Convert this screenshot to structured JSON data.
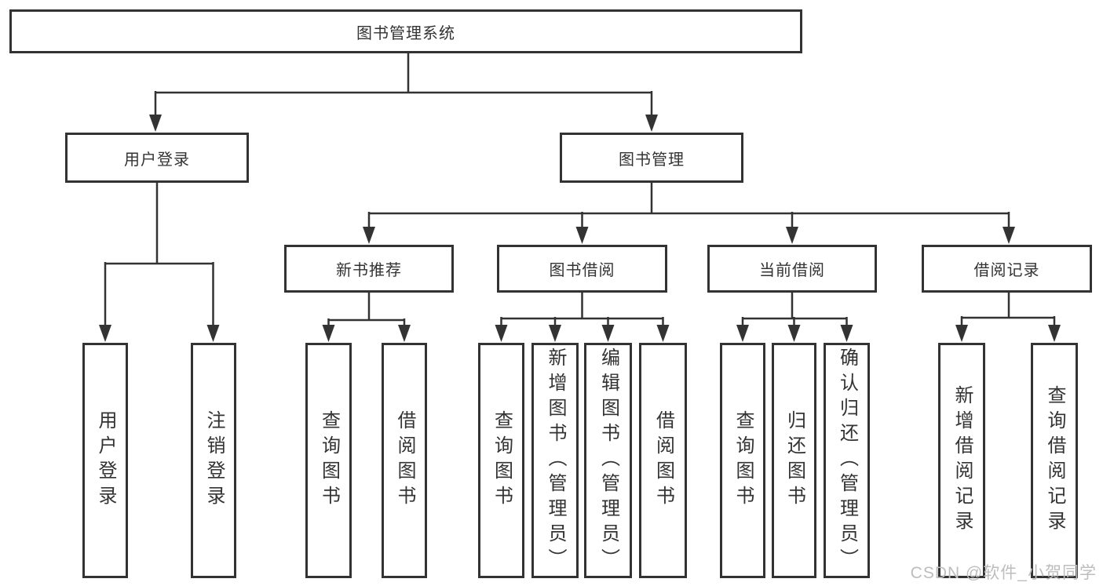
{
  "tree": {
    "label": "图书管理系统",
    "children": [
      {
        "label": "用户登录",
        "children": [
          {
            "label": "用户登录"
          },
          {
            "label": "注销登录"
          }
        ]
      },
      {
        "label": "图书管理",
        "children": [
          {
            "label": "新书推荐",
            "children": [
              {
                "label": "查询图书"
              },
              {
                "label": "借阅图书"
              }
            ]
          },
          {
            "label": "图书借阅",
            "children": [
              {
                "label": "查询图书"
              },
              {
                "label": "新增图书（管理员）"
              },
              {
                "label": "编辑图书（管理员）"
              },
              {
                "label": "借阅图书"
              }
            ]
          },
          {
            "label": "当前借阅",
            "children": [
              {
                "label": "查询图书"
              },
              {
                "label": "归还图书"
              },
              {
                "label": "确认归还（管理员）"
              }
            ]
          },
          {
            "label": "借阅记录",
            "children": [
              {
                "label": "新增借阅记录"
              },
              {
                "label": "查询借阅记录"
              }
            ]
          }
        ]
      }
    ]
  },
  "watermark": {
    "text": "CSDN @软件_小贺同学"
  },
  "colors": {
    "line": "#333333",
    "border": "#333333",
    "text": "#333333",
    "watermark": "#bdbdbd",
    "background": "#ffffff"
  }
}
